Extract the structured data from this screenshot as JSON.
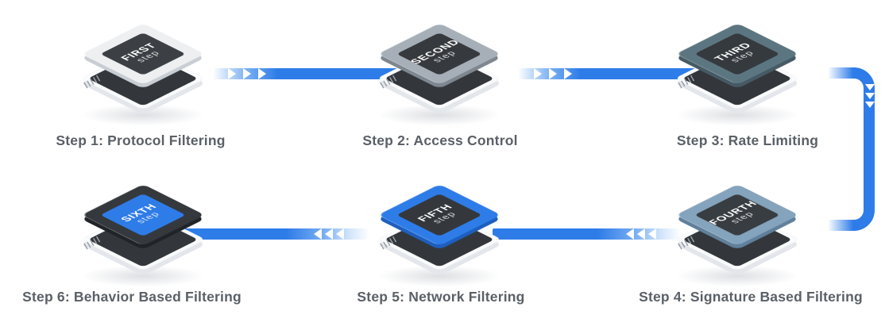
{
  "colors": {
    "background": "#FFFFFF",
    "accent_blue": "#2E7CE8",
    "label_text": "#5A6067",
    "arrow_glyph": "#FFFFFF"
  },
  "icons": {
    "flow_arrow_right": "▶",
    "flow_arrow_left": "◀",
    "flow_arrow_down": "▼"
  },
  "steps": [
    {
      "order": 1,
      "label": "Step 1: Protocol Filtering",
      "chip_word": "FIRST",
      "chip_sub": "step",
      "colors": {
        "plate": "#EDEFF1",
        "plate_side": "#C9CED4",
        "inset": "#3C4044"
      }
    },
    {
      "order": 2,
      "label": "Step 2: Access Control",
      "chip_word": "SECOND",
      "chip_sub": "step",
      "colors": {
        "plate": "#A6AFB7",
        "plate_side": "#7E8790",
        "inset": "#36393D"
      }
    },
    {
      "order": 3,
      "label": "Step 3: Rate Limiting",
      "chip_word": "THIRD",
      "chip_sub": "step",
      "colors": {
        "plate": "#5C7681",
        "plate_side": "#455A64",
        "inset": "#353A3E"
      }
    },
    {
      "order": 4,
      "label": "Step 4: Signature Based Filtering",
      "chip_word": "FOURTH",
      "chip_sub": "step",
      "colors": {
        "plate": "#84A3BD",
        "plate_side": "#60809B",
        "inset": "#383D41"
      }
    },
    {
      "order": 5,
      "label": "Step 5: Network Filtering",
      "chip_word": "FIFTH",
      "chip_sub": "step",
      "colors": {
        "plate": "#2E7CE8",
        "plate_side": "#1E5FBE",
        "inset": "#34383C"
      }
    },
    {
      "order": 6,
      "label": "Step 6: Behavior Based Filtering",
      "chip_word": "SIXTH",
      "chip_sub": "step",
      "colors": {
        "plate": "#35393E",
        "plate_side": "#202327",
        "inset": "#2E7CE8"
      }
    }
  ],
  "flow": {
    "row1_direction": "left-to-right",
    "row2_direction": "right-to-left",
    "connections": [
      "step1-to-step2",
      "step2-to-step3",
      "step3-to-step4",
      "step4-to-step5",
      "step5-to-step6"
    ]
  }
}
